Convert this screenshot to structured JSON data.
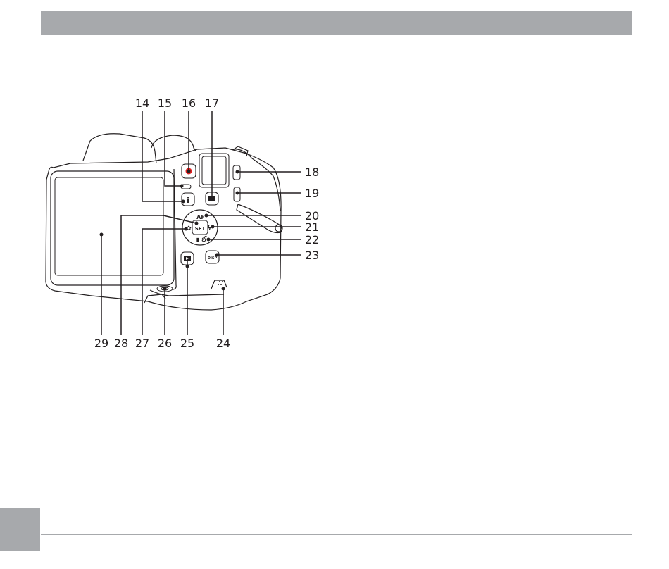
{
  "callouts": {
    "c14": "14",
    "c15": "15",
    "c16": "16",
    "c17": "17",
    "c18": "18",
    "c19": "19",
    "c20": "20",
    "c21": "21",
    "c22": "22",
    "c23": "23",
    "c24": "24",
    "c25": "25",
    "c26": "26",
    "c27": "27",
    "c28": "28",
    "c29": "29"
  },
  "buttons": {
    "af": "AF",
    "set": "SET",
    "disp": "DISP"
  },
  "colors": {
    "header": "#a7a9ac",
    "record": "#e02020",
    "ink": "#231f20"
  }
}
